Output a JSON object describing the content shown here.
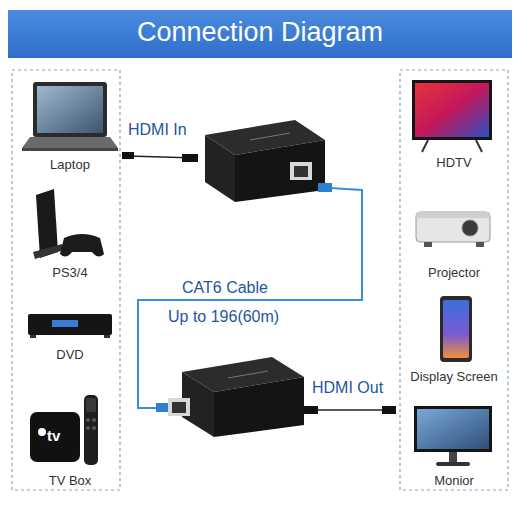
{
  "diagram": {
    "title": "Connection Diagram",
    "nodes": [
      {
        "text": [
          "Laptop"
        ]
      },
      {
        "text": [
          "PS3/4"
        ]
      },
      {
        "text": [
          "DVD"
        ]
      },
      {
        "text": [
          "TV Box"
        ]
      },
      {
        "text": [
          "HDTV"
        ]
      },
      {
        "text": [
          "Projector"
        ]
      },
      {
        "text": [
          "Display Screen"
        ]
      },
      {
        "text": [
          "Monior"
        ]
      }
    ],
    "labels": [
      "HDMI In",
      "CAT6 Cable",
      "Up to 196(60m)",
      "HDMI Out",
      "tv"
    ]
  }
}
